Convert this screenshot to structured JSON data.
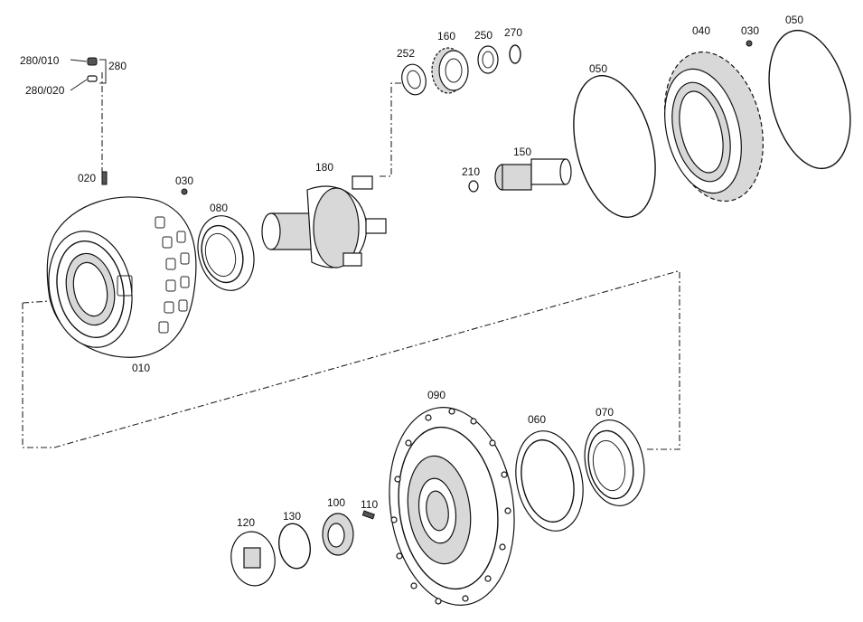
{
  "labels": {
    "p280_010": "280/010",
    "p280": "280",
    "p280_020": "280/020",
    "p020": "020",
    "p030a": "030",
    "p080": "080",
    "p010": "010",
    "p180": "180",
    "p252": "252",
    "p160": "160",
    "p250": "250",
    "p270": "270",
    "p150": "150",
    "p210": "210",
    "p050a": "050",
    "p040": "040",
    "p030b": "030",
    "p050b": "050",
    "p090": "090",
    "p060": "060",
    "p070": "070",
    "p120": "120",
    "p130": "130",
    "p100": "100",
    "p110": "110"
  }
}
